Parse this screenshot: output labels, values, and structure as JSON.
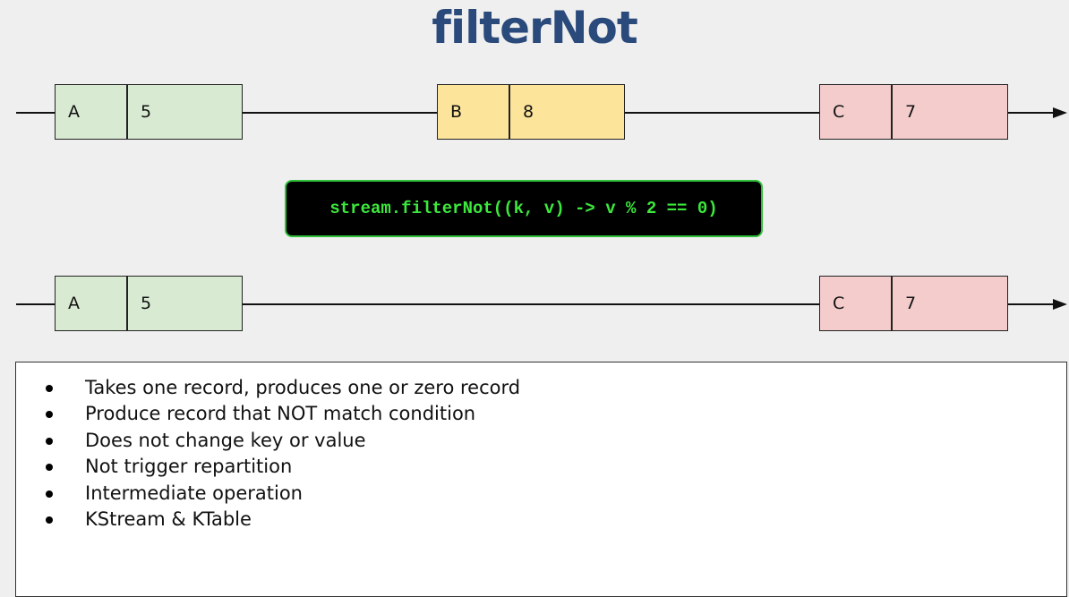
{
  "title": "filterNot",
  "input_stream": {
    "records": [
      {
        "key": "A",
        "value": "5",
        "color": "#d9ead3"
      },
      {
        "key": "B",
        "value": "8",
        "color": "#fde49b"
      },
      {
        "key": "C",
        "value": "7",
        "color": "#f4cccc"
      }
    ]
  },
  "operation": {
    "code": "stream.filterNot((k, v) -> v % 2 == 0)",
    "background": "#000000",
    "text_color": "#3ce83c",
    "border_color": "#2fbf3a"
  },
  "output_stream": {
    "records": [
      {
        "key": "A",
        "value": "5",
        "color": "#d9ead3"
      },
      {
        "key": "C",
        "value": "7",
        "color": "#f4cccc"
      }
    ]
  },
  "notes": {
    "items": [
      "Takes one record, produces one or zero record",
      "Produce record that NOT match condition",
      "Does not change key or value",
      "Not trigger repartition",
      "Intermediate operation",
      "KStream & KTable"
    ]
  }
}
